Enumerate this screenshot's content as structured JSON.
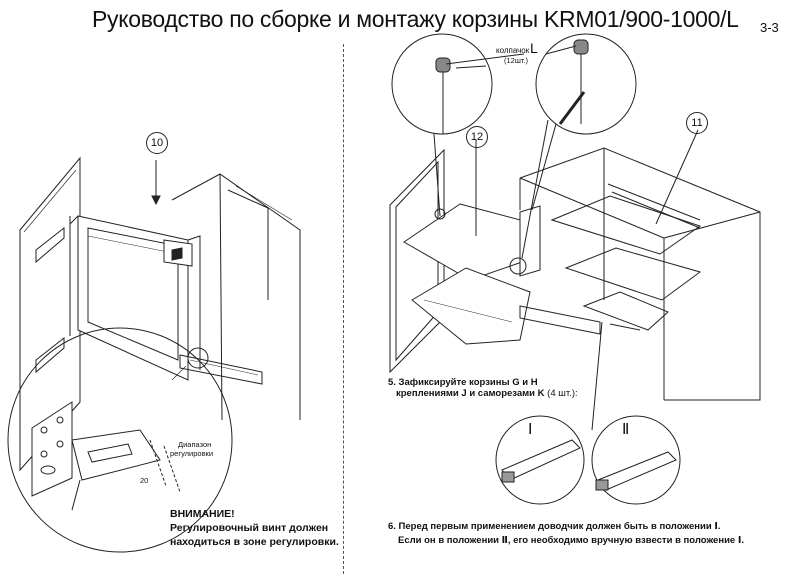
{
  "header": {
    "title": "Руководство по сборке и монтажу корзины KRM01/900-1000/L",
    "page_number": "3-3"
  },
  "callouts": {
    "c10": "10",
    "c11": "11",
    "c12": "12"
  },
  "left": {
    "range_label_1": "Диапазон",
    "range_label_2": "регулировки",
    "dim_value": "20",
    "warning_title": "ВНИМАНИЕ!",
    "warning_line1": "Регулировочный винт должен",
    "warning_line2": "находиться в зоне регулировки."
  },
  "right": {
    "cap_label": "колпачок",
    "cap_letter": "L",
    "cap_qty": "(12шт.)",
    "step5_line1": "5. Зафиксируйте корзины G и H",
    "step5_line2a": "креплениями J и саморезами K",
    "step5_line2b": "(4 шт.):",
    "pos1": "Ⅰ",
    "pos2": "Ⅱ",
    "step6_line1": "6. Перед первым применением доводчик должен быть в положении Ⅰ.",
    "step6_line2": "Если он в положении Ⅱ, его необходимо вручную взвести в положение Ⅰ."
  }
}
